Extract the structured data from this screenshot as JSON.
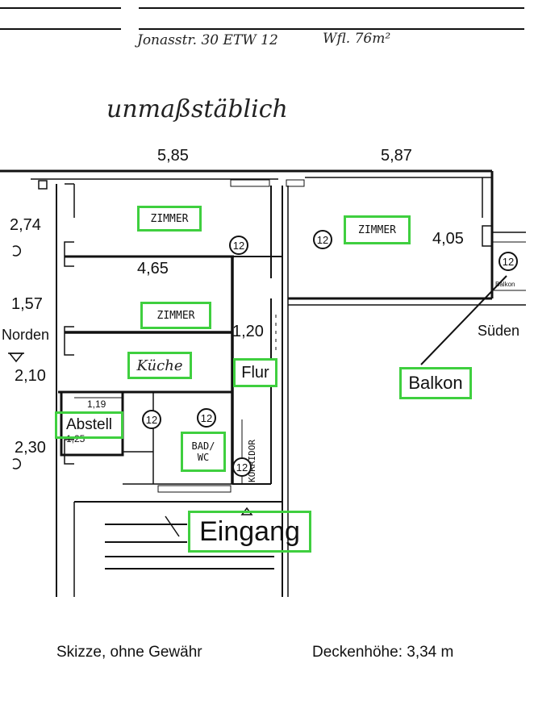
{
  "header": {
    "address": "Jonasstr. 30  ETW 12",
    "area": "Wfl. 76m²",
    "scale_note": "unmaßstäblich"
  },
  "dimensions": {
    "top_left_width": "5,85",
    "top_right_width": "5,87",
    "left_2_74": "2,74",
    "inner_4_65": "4,65",
    "left_1_57": "1,57",
    "left_2_10": "2,10",
    "left_2_30": "2,30",
    "right_4_05": "4,05",
    "flur_1_20": "1,20",
    "abstell_1_19": "1,19",
    "abstell_1_25": "1,25"
  },
  "orientation": {
    "north": "Norden",
    "south": "Süden"
  },
  "rooms": {
    "zimmer_top_left": "ZIMMER",
    "zimmer_right": "ZIMMER",
    "zimmer_middle": "ZIMMER",
    "kueche": "Küche",
    "flur": "Flur",
    "abstell": "Abstell",
    "bad_line1": "BAD/",
    "bad_line2": "WC",
    "korridor": "KORRIDOR",
    "balkon": "Balkon",
    "eingang": "Eingang",
    "balkon_small": "Balkon"
  },
  "room_number": "12",
  "footer": {
    "disclaimer": "Skizze, ohne Gewähr",
    "ceiling_height": "Deckenhöhe: 3,34 m"
  },
  "colors": {
    "highlight": "#3fcf3f",
    "ink": "#111111"
  }
}
